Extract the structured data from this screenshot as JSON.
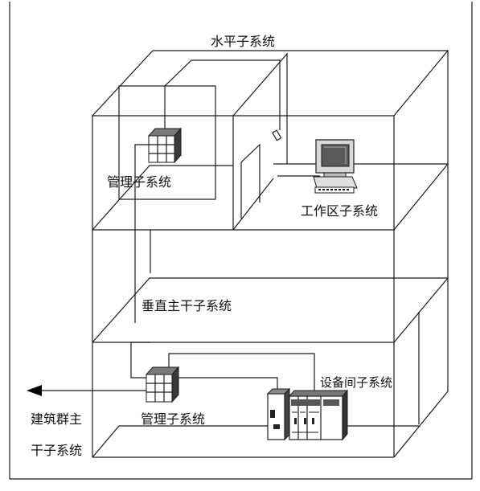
{
  "diagram": {
    "labels": {
      "horizontal": "水平子系统",
      "management_top": "管理子系统",
      "work_area": "工作区子系统",
      "backbone_vertical": "垂直主干子系统",
      "equipment_room": "设备间子系统",
      "management_bottom": "管理子系统",
      "campus_line1": "建筑群主",
      "campus_line2": "干子系统"
    }
  }
}
